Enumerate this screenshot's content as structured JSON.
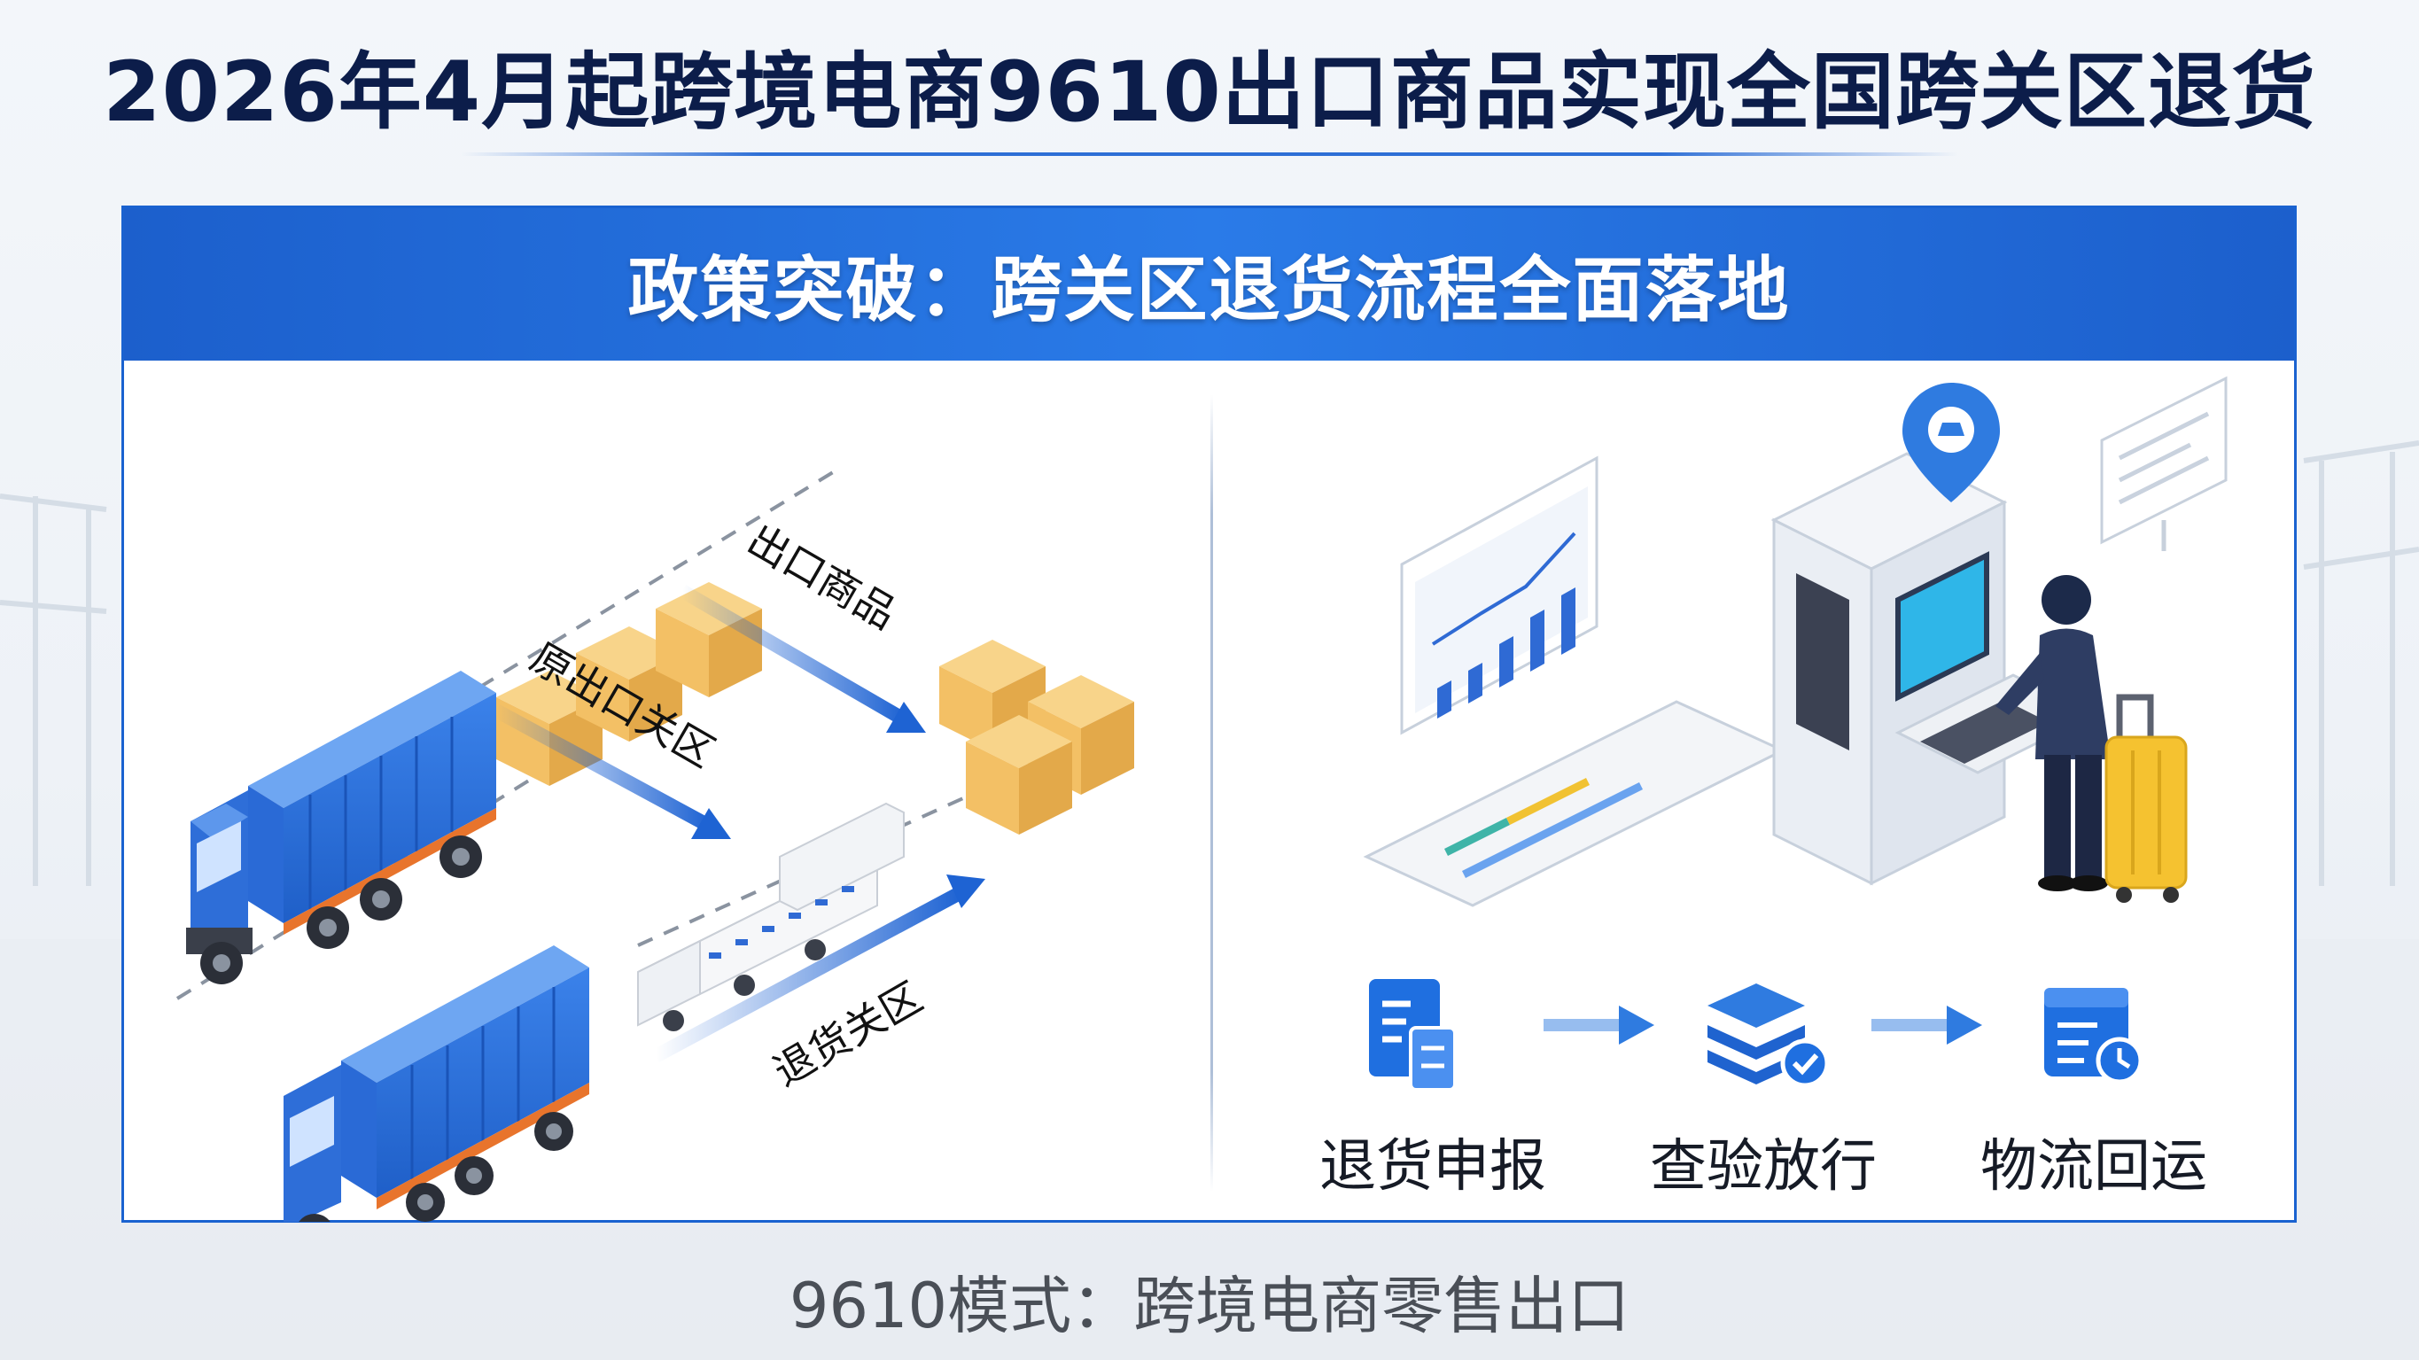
{
  "title": "2026年4月起跨境电商9610出口商品实现全国跨关区退货",
  "panel": {
    "heading": "政策突破：跨关区退货流程全面落地"
  },
  "left_diagram": {
    "arrow_labels": {
      "export_goods": "出口商品",
      "origin_customs": "原出口关区",
      "return_customs": "退货关区"
    }
  },
  "process_steps": [
    {
      "label": "退货申报",
      "icon": "document-form-icon"
    },
    {
      "label": "查验放行",
      "icon": "stack-check-icon"
    },
    {
      "label": "物流回运",
      "icon": "calendar-clock-icon"
    }
  ],
  "footer": "9610模式：跨境电商零售出口",
  "colors": {
    "primary_blue": "#1c5fcc",
    "title_navy": "#0c1d4a",
    "box_orange": "#f3c065",
    "suitcase_yellow": "#f5c230"
  }
}
